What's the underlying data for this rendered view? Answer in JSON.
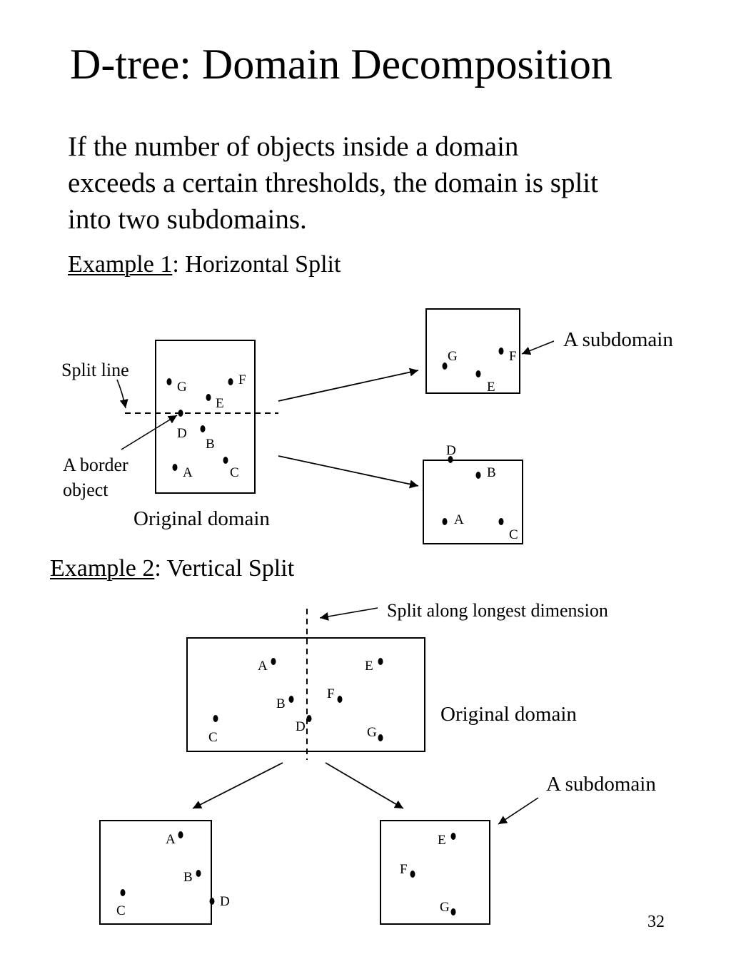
{
  "slide": {
    "title": "D-tree: Domain Decomposition",
    "intro_lines": [
      "If the number of objects inside a domain",
      "exceeds a certain thresholds, the domain is split",
      "into two subdomains."
    ],
    "page_number": "32"
  },
  "example1": {
    "heading_underlined": "Example 1",
    "heading_rest": ": Horizontal Split",
    "split_line_label": "Split line",
    "border_object_label_lines": [
      "A border",
      "object"
    ],
    "original_domain_label": "Original domain",
    "subdomain_label": "A subdomain",
    "original_points": [
      "G",
      "F",
      "E",
      "D",
      "B",
      "A",
      "C"
    ],
    "top_subdomain_points": [
      "G",
      "F",
      "E"
    ],
    "bottom_subdomain_points": [
      "D",
      "B",
      "A",
      "C"
    ]
  },
  "example2": {
    "heading_underlined": "Example 2",
    "heading_rest": ": Vertical Split",
    "split_label": "Split along longest dimension",
    "original_domain_label": "Original domain",
    "subdomain_label": "A subdomain",
    "original_points": [
      "A",
      "E",
      "F",
      "B",
      "C",
      "D",
      "G"
    ],
    "left_subdomain_points": [
      "A",
      "B",
      "C",
      "D"
    ],
    "right_subdomain_points": [
      "E",
      "F",
      "G"
    ]
  }
}
